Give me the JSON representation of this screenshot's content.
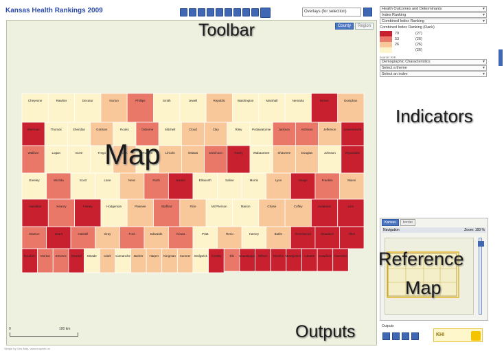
{
  "window": {
    "title": "Kansas Health Rankings 2009"
  },
  "toolbar": {
    "buttons": [
      "zoom-in-icon",
      "zoom-out-icon",
      "pan-icon",
      "full-extent-icon",
      "previous-extent-icon",
      "next-extent-icon",
      "identify-icon",
      "measure-icon",
      "print-icon",
      "help-icon"
    ],
    "overlay_placeholder": "Overlays (for selection)",
    "view_tabs": [
      {
        "label": "County",
        "active": true
      },
      {
        "label": "Region",
        "active": false
      }
    ]
  },
  "indicators": {
    "dropdowns_top": [
      "Health Outcomes and Determinants",
      "Index Ranking",
      "Combined Index Ranking"
    ],
    "legend_title": "Combined Index Ranking (Rank)",
    "legend": [
      {
        "color": "#c8202f",
        "value": "79",
        "count": "(27)"
      },
      {
        "color": "#ea7868",
        "value": "53",
        "count": "(26)"
      },
      {
        "color": "#f8c79a",
        "value": "26",
        "count": "(26)"
      },
      {
        "color": "#fdf4cc",
        "value": "",
        "count": "(26)"
      }
    ],
    "source": "source: KHI",
    "dropdowns_bottom": [
      "Demographic Characteristics",
      "Select a theme",
      "Select an index"
    ]
  },
  "map": {
    "scale_start": "0",
    "scale_end": "100 km",
    "credit": "Simple by Geo-Map, www.mapinfo.us",
    "counties": [
      "Cheyenne",
      "Rawlins",
      "Decatur",
      "Norton",
      "Phillips",
      "Smith",
      "Jewell",
      "Republic",
      "Washington",
      "Marshall",
      "Nemaha",
      "Brown",
      "Doniphan",
      "Sherman",
      "Thomas",
      "Sheridan",
      "Graham",
      "Rooks",
      "Osborne",
      "Mitchell",
      "Cloud",
      "Clay",
      "Riley",
      "Pottawatomie",
      "Jackson",
      "Atchison",
      "Jefferson",
      "Leavenworth",
      "Wallace",
      "Logan",
      "Gove",
      "Trego",
      "Ellis",
      "Russell",
      "Lincoln",
      "Ottawa",
      "Dickinson",
      "Geary",
      "Wabaunsee",
      "Shawnee",
      "Douglas",
      "Johnson",
      "Wyandotte",
      "Greeley",
      "Wichita",
      "Scott",
      "Lane",
      "Ness",
      "Rush",
      "Barton",
      "Ellsworth",
      "Saline",
      "Morris",
      "Lyon",
      "Osage",
      "Franklin",
      "Miami",
      "Hamilton",
      "Kearny",
      "Finney",
      "Hodgeman",
      "Pawnee",
      "Stafford",
      "Rice",
      "McPherson",
      "Marion",
      "Chase",
      "Coffey",
      "Anderson",
      "Linn",
      "Stanton",
      "Grant",
      "Haskell",
      "Gray",
      "Ford",
      "Edwards",
      "Kiowa",
      "Pratt",
      "Reno",
      "Harvey",
      "Butler",
      "Greenwood",
      "Woodson",
      "Allen",
      "Bourbon",
      "Morton",
      "Stevens",
      "Seward",
      "Meade",
      "Clark",
      "Comanche",
      "Barber",
      "Harper",
      "Kingman",
      "Sumner",
      "Sedgwick",
      "Cowley",
      "Elk",
      "Chautauqua",
      "Wilson",
      "Neosho",
      "Montgomery",
      "Labette",
      "Crawford",
      "Cherokee"
    ]
  },
  "reference_map": {
    "tabs": [
      {
        "label": "Kansas",
        "active": true
      },
      {
        "label": "border",
        "active": false
      }
    ],
    "title": "Navigation",
    "zoom": "Zoom: 100 %"
  },
  "outputs": {
    "label": "Outputs",
    "buttons": [
      "help-icon",
      "print-icon",
      "export-icon",
      "close-icon"
    ],
    "logo_text": "KHI"
  },
  "callouts": {
    "toolbar": "Toolbar",
    "map": "Map",
    "indicators": "Indicators",
    "reference_line1": "Reference",
    "reference_line2": "Map",
    "outputs": "Outputs"
  }
}
